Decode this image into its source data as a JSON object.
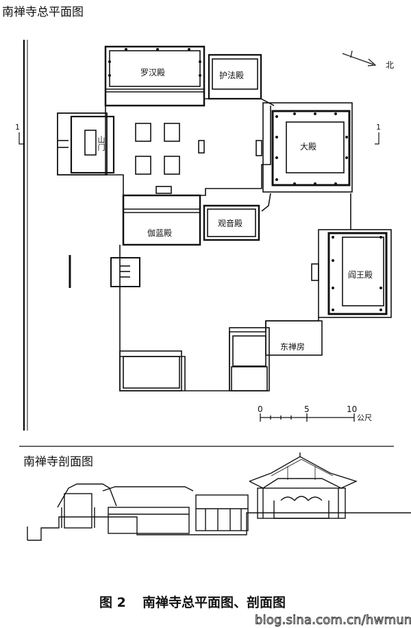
{
  "plan_title": "南禅寺总平面图",
  "section_title": "南禅寺剖面图",
  "north_label": "北",
  "section_mark": "1",
  "buildings": {
    "luohan": "罗汉殿",
    "hufa": "护法殿",
    "shanmen": "山门",
    "dadian": "大殿",
    "qielan": "伽蓝殿",
    "guanyin": "观音殿",
    "yanwang": "阎王殿",
    "dongchan": "东禅房"
  },
  "scale": {
    "ticks": [
      "0",
      "5",
      "10"
    ],
    "unit": "公尺"
  },
  "caption": {
    "fig": "图 2",
    "text": "南禅寺总平面图、剖面图"
  },
  "watermark": "blog.sina.com.cn/hwmumu"
}
